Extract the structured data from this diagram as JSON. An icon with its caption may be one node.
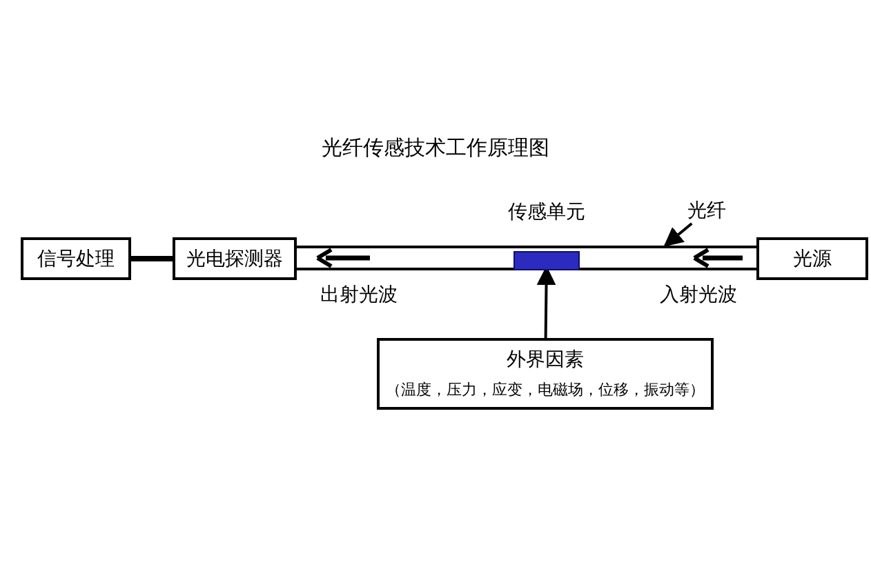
{
  "diagram": {
    "title": "光纤传感技术工作原理图",
    "nodes": [
      {
        "text": [
          "信号处理"
        ]
      },
      {
        "text": [
          "光电探测器"
        ]
      },
      {
        "text": [
          "光源"
        ]
      },
      {
        "text": [],
        "shape": "bar"
      },
      {
        "text": [
          "传感单元"
        ],
        "in": 3
      },
      {
        "text": [
          "光纤"
        ]
      },
      {
        "text": [
          "外界因素",
          "（温度，压力，应变，电磁场，位移，振动等）"
        ]
      }
    ],
    "edges": [
      {
        "from": 0,
        "to": 1,
        "arrow": "none",
        "style": "thick"
      },
      {
        "from": 5,
        "to": 3,
        "arrow": "to"
      },
      {
        "from": 6,
        "to": 4,
        "arrow": "to"
      }
    ],
    "labels": [
      "出射光波",
      "入射光波"
    ]
  }
}
